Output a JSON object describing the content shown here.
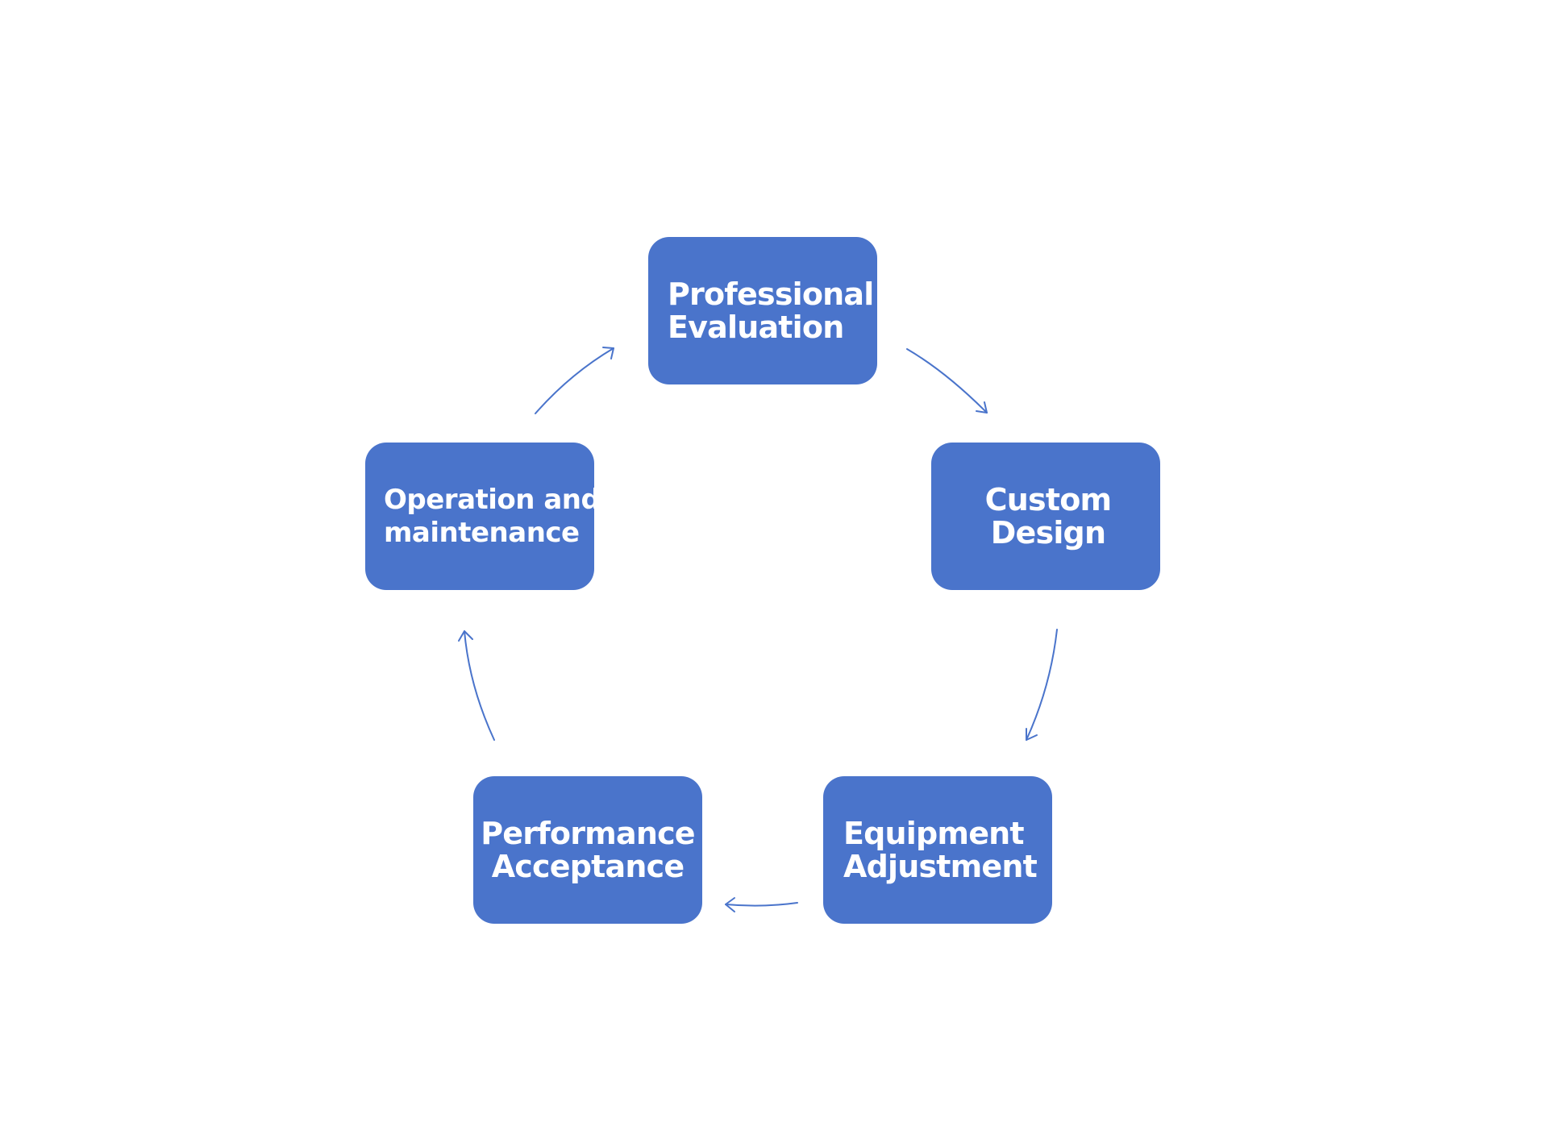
{
  "diagram": {
    "type": "cycle",
    "accent_color": "#4a74cb",
    "background_color": "#ffffff",
    "nodes": [
      {
        "id": "professional-evaluation",
        "lines": [
          "Professional",
          "Evaluation"
        ]
      },
      {
        "id": "custom-design",
        "lines": [
          "Custom",
          "Design"
        ]
      },
      {
        "id": "equipment-adjustment",
        "lines": [
          "Equipment",
          "Adjustment"
        ]
      },
      {
        "id": "performance-acceptance",
        "lines": [
          "Performance",
          "Acceptance"
        ]
      },
      {
        "id": "operation-maintenance",
        "lines": [
          "Operation and",
          "maintenance"
        ]
      }
    ],
    "edges": [
      {
        "from": "professional-evaluation",
        "to": "custom-design"
      },
      {
        "from": "custom-design",
        "to": "equipment-adjustment"
      },
      {
        "from": "equipment-adjustment",
        "to": "performance-acceptance"
      },
      {
        "from": "performance-acceptance",
        "to": "operation-maintenance"
      },
      {
        "from": "operation-maintenance",
        "to": "professional-evaluation"
      }
    ]
  }
}
